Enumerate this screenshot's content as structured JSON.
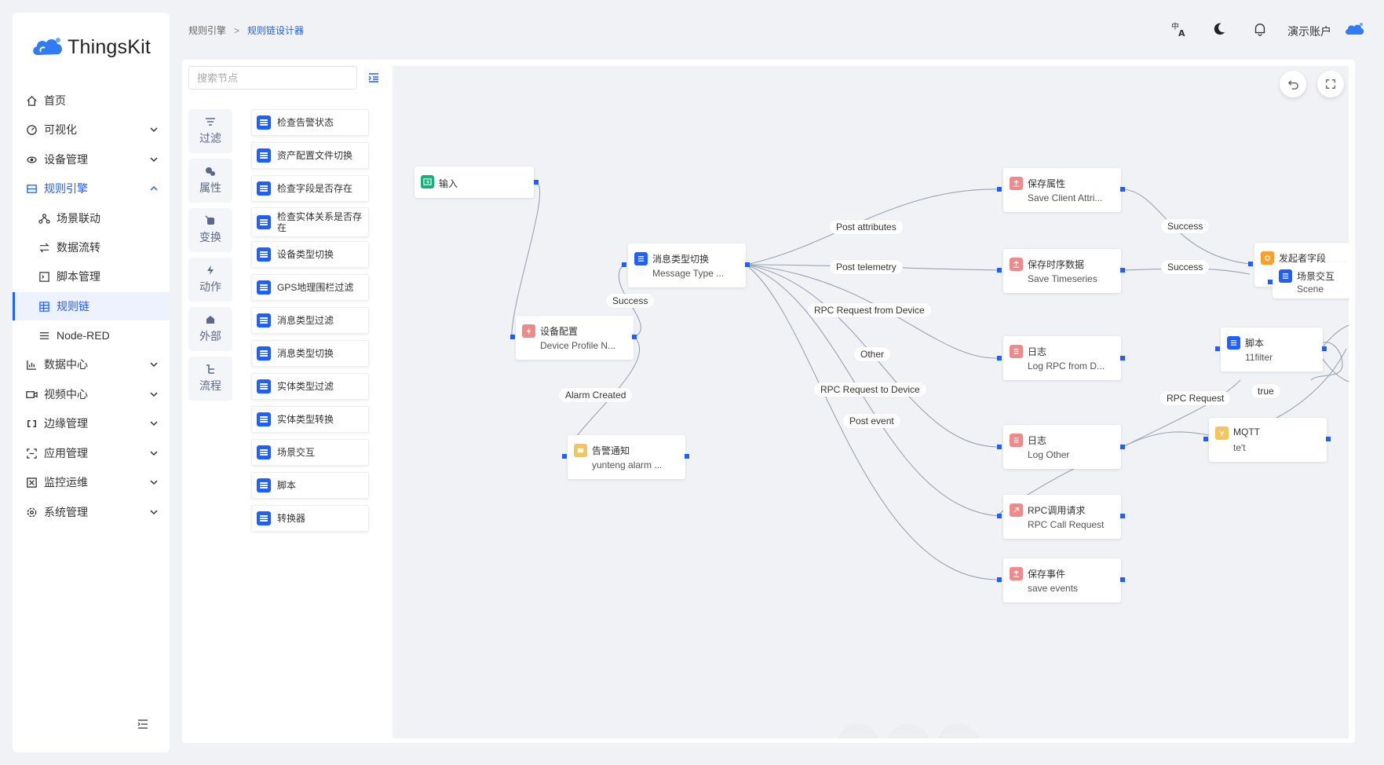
{
  "app": {
    "name": "ThingsKit"
  },
  "sidebar": {
    "items": [
      {
        "label": "首页",
        "icon": "home-icon"
      },
      {
        "label": "可视化",
        "icon": "dashboard-icon"
      },
      {
        "label": "设备管理",
        "icon": "device-icon"
      },
      {
        "label": "规则引擎",
        "icon": "rule-engine-icon"
      },
      {
        "label": "场景联动",
        "icon": "scene-icon"
      },
      {
        "label": "数据流转",
        "icon": "data-flow-icon"
      },
      {
        "label": "脚本管理",
        "icon": "script-icon"
      },
      {
        "label": "规则链",
        "icon": "rule-chain-icon"
      },
      {
        "label": "Node-RED",
        "icon": "node-red-icon"
      },
      {
        "label": "数据中心",
        "icon": "data-center-icon"
      },
      {
        "label": "视频中心",
        "icon": "video-icon"
      },
      {
        "label": "边缘管理",
        "icon": "edge-icon"
      },
      {
        "label": "应用管理",
        "icon": "app-icon"
      },
      {
        "label": "监控运维",
        "icon": "monitor-icon"
      },
      {
        "label": "系统管理",
        "icon": "settings-icon"
      }
    ]
  },
  "header": {
    "breadcrumb": [
      "规则引擎",
      "规则链设计器"
    ],
    "user": "演示账户"
  },
  "palette": {
    "search_placeholder": "搜索节点",
    "categories": [
      "过滤",
      "属性",
      "变换",
      "动作",
      "外部",
      "流程"
    ],
    "nodes": [
      "检查告警状态",
      "资产配置文件切换",
      "检查字段是否存在",
      "检查实体关系是否存在",
      "设备类型切换",
      "GPS地理围栏过滤",
      "消息类型过滤",
      "消息类型切换",
      "实体类型过滤",
      "实体类型转换",
      "场景交互",
      "脚本",
      "转换器"
    ]
  },
  "canvas": {
    "nodes": {
      "input": {
        "title": "输入"
      },
      "device_profile": {
        "title": "设备配置",
        "subtitle": "Device Profile N..."
      },
      "alarm": {
        "title": "告警通知",
        "subtitle": "yunteng alarm ..."
      },
      "msg_switch": {
        "title": "消息类型切换",
        "subtitle": "Message Type ..."
      },
      "save_attr": {
        "title": "保存属性",
        "subtitle": "Save Client Attri..."
      },
      "save_ts": {
        "title": "保存时序数据",
        "subtitle": "Save Timeseries"
      },
      "log_rpc": {
        "title": "日志",
        "subtitle": "Log RPC from D..."
      },
      "log_other": {
        "title": "日志",
        "subtitle": "Log Other"
      },
      "rpc_call": {
        "title": "RPC调用请求",
        "subtitle": "RPC Call Request"
      },
      "save_events": {
        "title": "保存事件",
        "subtitle": "save events"
      },
      "originator": {
        "title": "发起者字段"
      },
      "scene": {
        "title": "场景交互",
        "subtitle": "Scene"
      },
      "script": {
        "title": "脚本",
        "subtitle": "11filter"
      },
      "mqtt": {
        "title": "MQTT",
        "subtitle": "te't"
      }
    },
    "edge_labels": {
      "success1": "Success",
      "alarm_created": "Alarm Created",
      "post_attributes": "Post attributes",
      "post_telemetry": "Post telemetry",
      "rpc_from_device": "RPC Request from Device",
      "other": "Other",
      "rpc_to_device": "RPC Request to Device",
      "post_event": "Post event",
      "success2": "Success",
      "success3": "Success",
      "rpc_request": "RPC Request",
      "true_label": "true"
    }
  },
  "colors": {
    "accent": "#1f5eff",
    "action_icon": "#f08a8a",
    "alarm_icon": "#f7c35c",
    "input_icon": "#1aaf7a"
  }
}
